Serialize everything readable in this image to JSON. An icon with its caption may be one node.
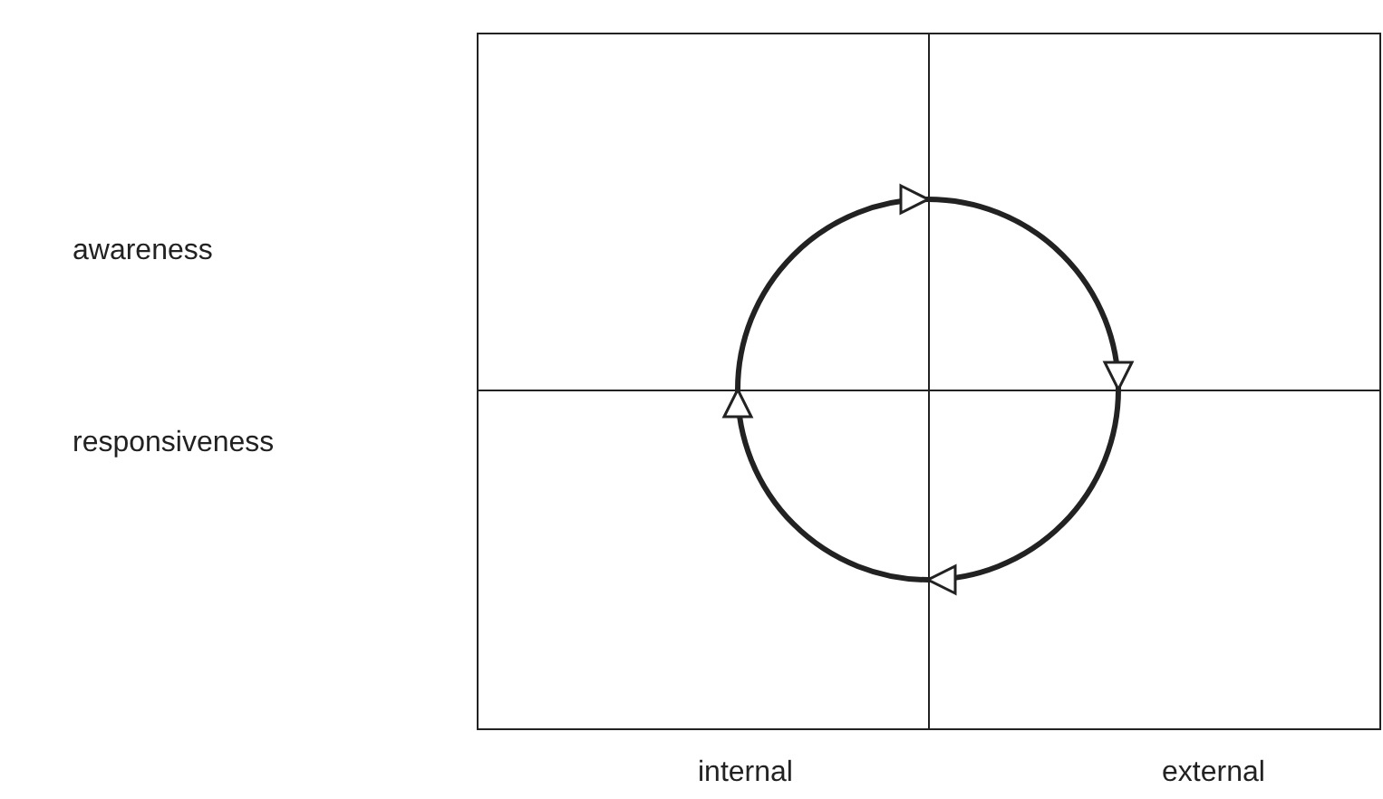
{
  "diagram": {
    "nodes": [
      {
        "text": [],
        "shape": "box"
      },
      {
        "text": [],
        "shape": "box"
      },
      {
        "text": [],
        "shape": "box"
      },
      {
        "text": [],
        "shape": "box"
      }
    ],
    "edges": [
      {
        "from": 0,
        "to": 1,
        "arrow": "to"
      },
      {
        "from": 1,
        "to": 3,
        "arrow": "to"
      },
      {
        "from": 3,
        "to": 2,
        "arrow": "to"
      },
      {
        "from": 2,
        "to": 0,
        "arrow": "to"
      }
    ],
    "labels": [
      "awareness",
      "responsiveness",
      "internal",
      "external"
    ]
  }
}
